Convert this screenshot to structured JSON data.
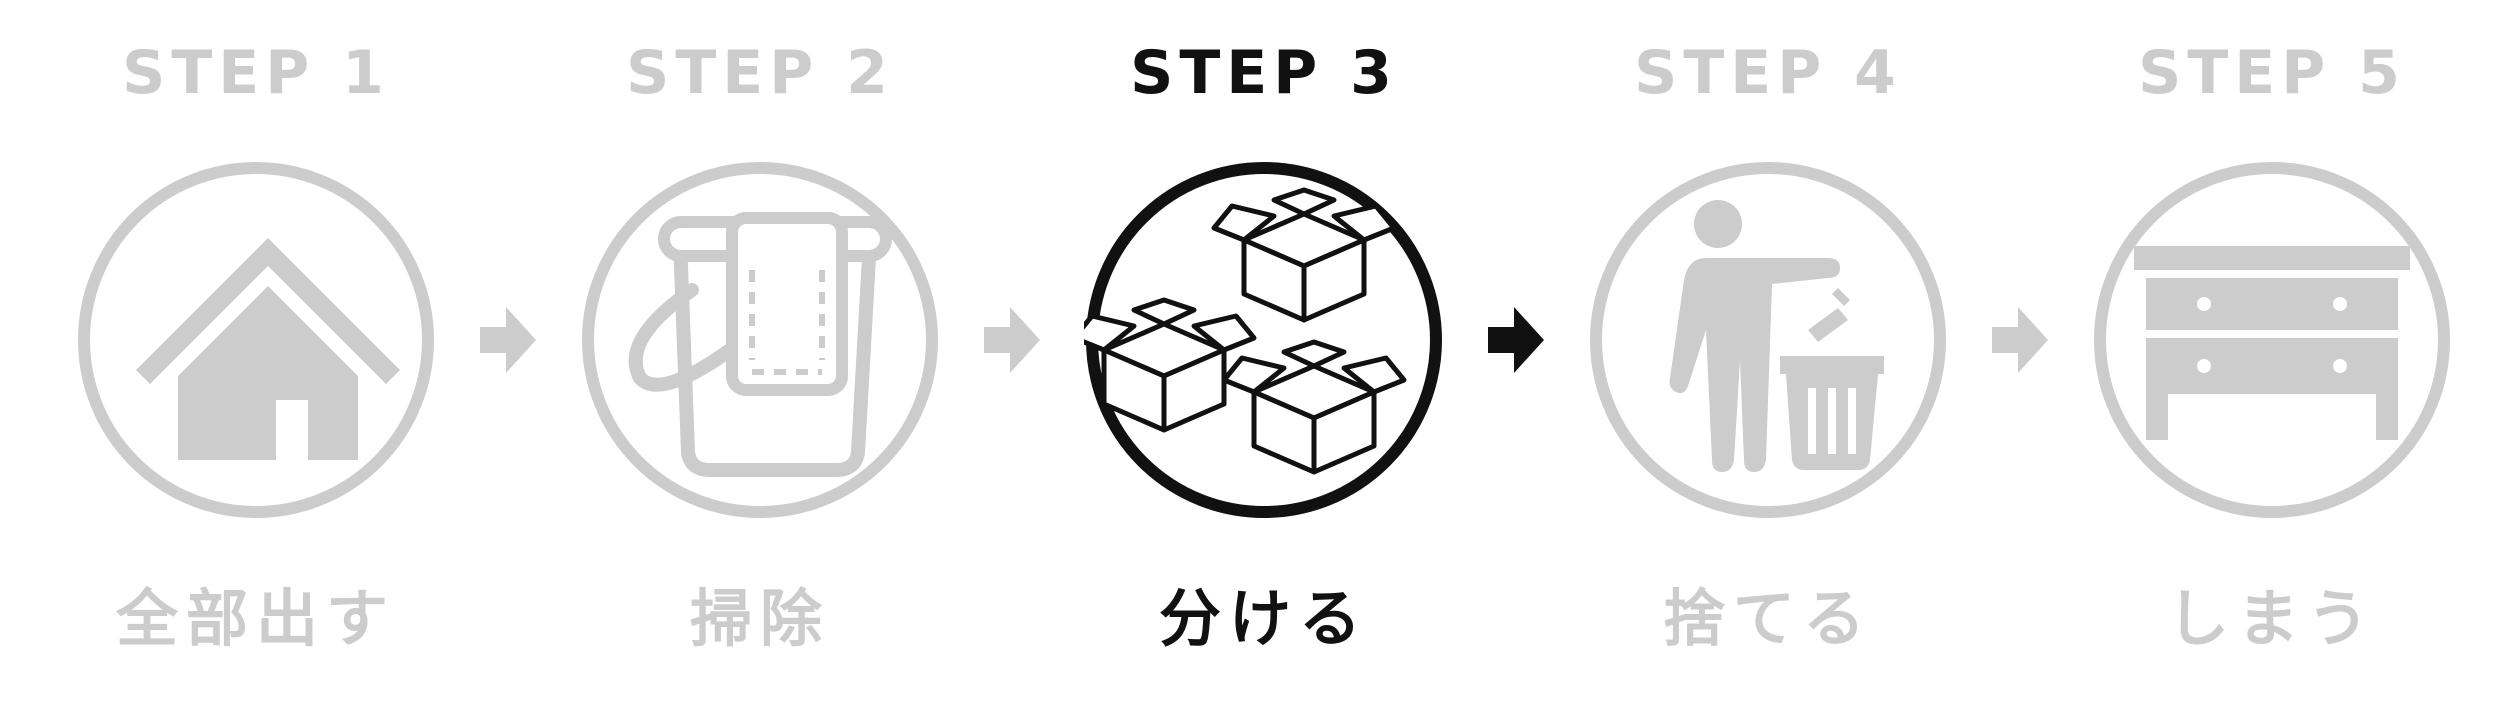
{
  "steps": [
    {
      "label": "STEP 1",
      "caption": "全部出す",
      "icon": "house-icon",
      "active": false
    },
    {
      "label": "STEP 2",
      "caption": "掃除",
      "icon": "bucket-towel-icon",
      "active": false
    },
    {
      "label": "STEP 3",
      "caption": "分ける",
      "icon": "boxes-icon",
      "active": true
    },
    {
      "label": "STEP 4",
      "caption": "捨てる",
      "icon": "trash-disposal-icon",
      "active": false
    },
    {
      "label": "STEP 5",
      "caption": "しまう",
      "icon": "dresser-icon",
      "active": false
    }
  ],
  "colors": {
    "inactive": "#cccccc",
    "active": "#111111",
    "background": "#ffffff"
  }
}
